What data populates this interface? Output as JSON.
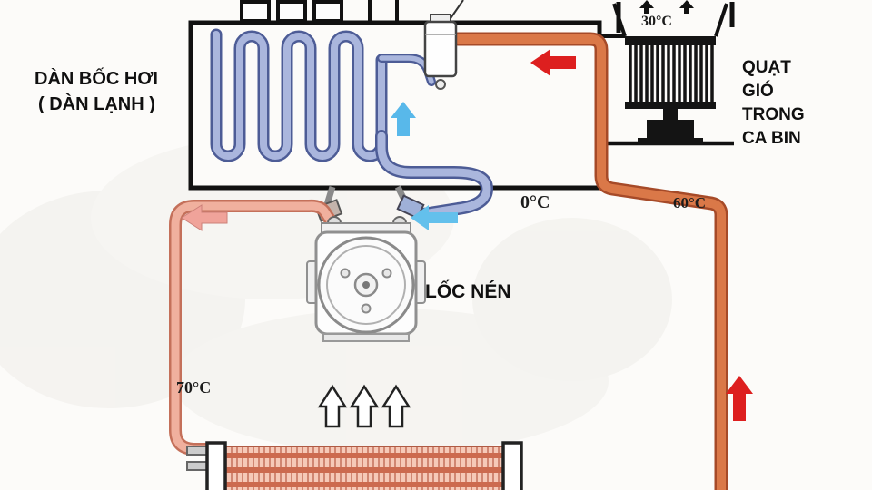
{
  "diagram": {
    "evaporator": {
      "label_line1": "DÀN BỐC HƠI",
      "label_line2": "( DÀN LẠNH )",
      "outlet_temp": "0°C"
    },
    "fan": {
      "label_line1": "QUẠT",
      "label_line2": "GIÓ",
      "label_line3": "TRONG",
      "label_line4": "CA BIN",
      "intake_temp": "30°C"
    },
    "compressor": {
      "label": "LỐC NÉN"
    },
    "pipes": {
      "riser_temp": "60°C",
      "downcomer_temp": "70°C"
    },
    "colors": {
      "red_arrow": "#dd1f1f",
      "blue_arrow": "#58b8ea",
      "light_blue_arrow": "#63c0ec",
      "pink_arrow": "#f0a39a",
      "hot_pipe": "#da7848",
      "hot_pipe_outline": "#a64a28",
      "warm_pipe": "#f0b09e",
      "warm_pipe_outline": "#c4705a",
      "cold_pipe": "#aab6dd",
      "cold_pipe_outline": "#4d5c96",
      "outline": "#111111"
    }
  }
}
